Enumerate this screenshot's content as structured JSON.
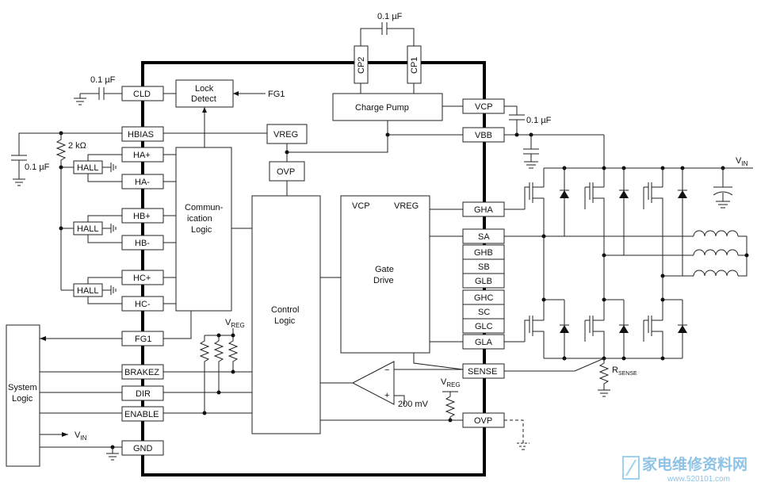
{
  "pins": {
    "cld": "CLD",
    "hbias": "HBIAS",
    "ha_plus": "HA+",
    "ha_minus": "HA-",
    "hb_plus": "HB+",
    "hb_minus": "HB-",
    "hc_plus": "HC+",
    "hc_minus": "HC-",
    "fg1": "FG1",
    "brakez": "BRAKEZ",
    "dir": "DIR",
    "enable": "ENABLE",
    "gnd": "GND",
    "vcp": "VCP",
    "vbb": "VBB",
    "gha": "GHA",
    "sa": "SA",
    "ghb": "GHB",
    "sb": "SB",
    "glb": "GLB",
    "ghc": "GHC",
    "sc": "SC",
    "glc": "GLC",
    "gla": "GLA",
    "sense": "SENSE",
    "ovp": "OVP"
  },
  "blocks": {
    "lock_detect_l1": "Lock",
    "lock_detect_l2": "Detect",
    "charge_pump": "Charge Pump",
    "vreg": "VREG",
    "ovp": "OVP",
    "comm_l1": "Commun-",
    "comm_l2": "ication",
    "comm_l3": "Logic",
    "control_l1": "Control",
    "control_l2": "Logic",
    "gate_l1": "Gate",
    "gate_l2": "Drive",
    "gate_vcp": "VCP",
    "gate_vreg": "VREG",
    "system_l1": "System",
    "system_l2": "Logic",
    "cp2": "CP2",
    "cp1": "CP1",
    "hall": "HALL"
  },
  "labels": {
    "cap_cld": "0.1 µF",
    "cap_cp": "0.1 µF",
    "cap_vbb": "0.1 µF",
    "cap_hbias": "0.1 µF",
    "res_hbias": "2 kΩ",
    "fg1_input": "FG1",
    "vin_right": "V",
    "vin_right_sub": "IN",
    "vin_left": "V",
    "vin_left_sub": "IN",
    "vreg_left": "V",
    "vreg_left_sub": "REG",
    "vreg_mid": "V",
    "vreg_mid_sub": "REG",
    "rsense": "R",
    "rsense_sub": "SENSE",
    "comp_ref": "200 mV",
    "comp_minus": "−",
    "comp_plus": "+"
  },
  "watermark": {
    "text": "家电维修资料网",
    "url": "www.520101.com"
  }
}
